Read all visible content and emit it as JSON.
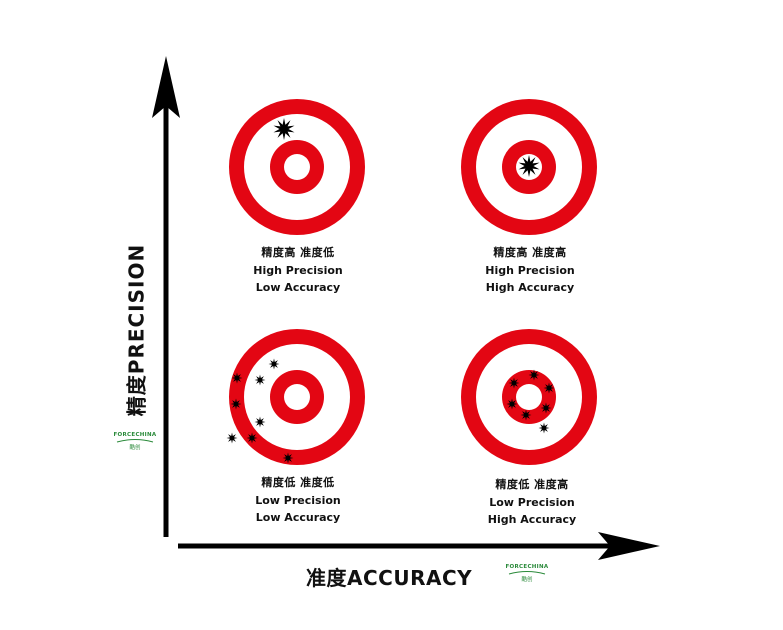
{
  "axes": {
    "y_label": "精度PRECISION",
    "x_label": "准度ACCURACY"
  },
  "colors": {
    "ring_red": "#e30613",
    "ring_white": "#ffffff",
    "axis": "#000000",
    "hit": "#000000",
    "logo_green": "#2a8a3a"
  },
  "quadrants": {
    "top_left": {
      "zh": "精度高 准度低",
      "line1": "High Precision",
      "line2": "Low Accuracy"
    },
    "top_right": {
      "zh": "精度高 准度高",
      "line1": "High Precision",
      "line2": "High Accuracy"
    },
    "bottom_left": {
      "zh": "精度低 准度低",
      "line1": "Low Precision",
      "line2": "Low Accuracy"
    },
    "bottom_right": {
      "zh": "精度低 准度高",
      "line1": "Low Precision",
      "line2": "High Accuracy"
    }
  },
  "logo": {
    "brand": "FORCECHINA",
    "sub": "酷创"
  }
}
